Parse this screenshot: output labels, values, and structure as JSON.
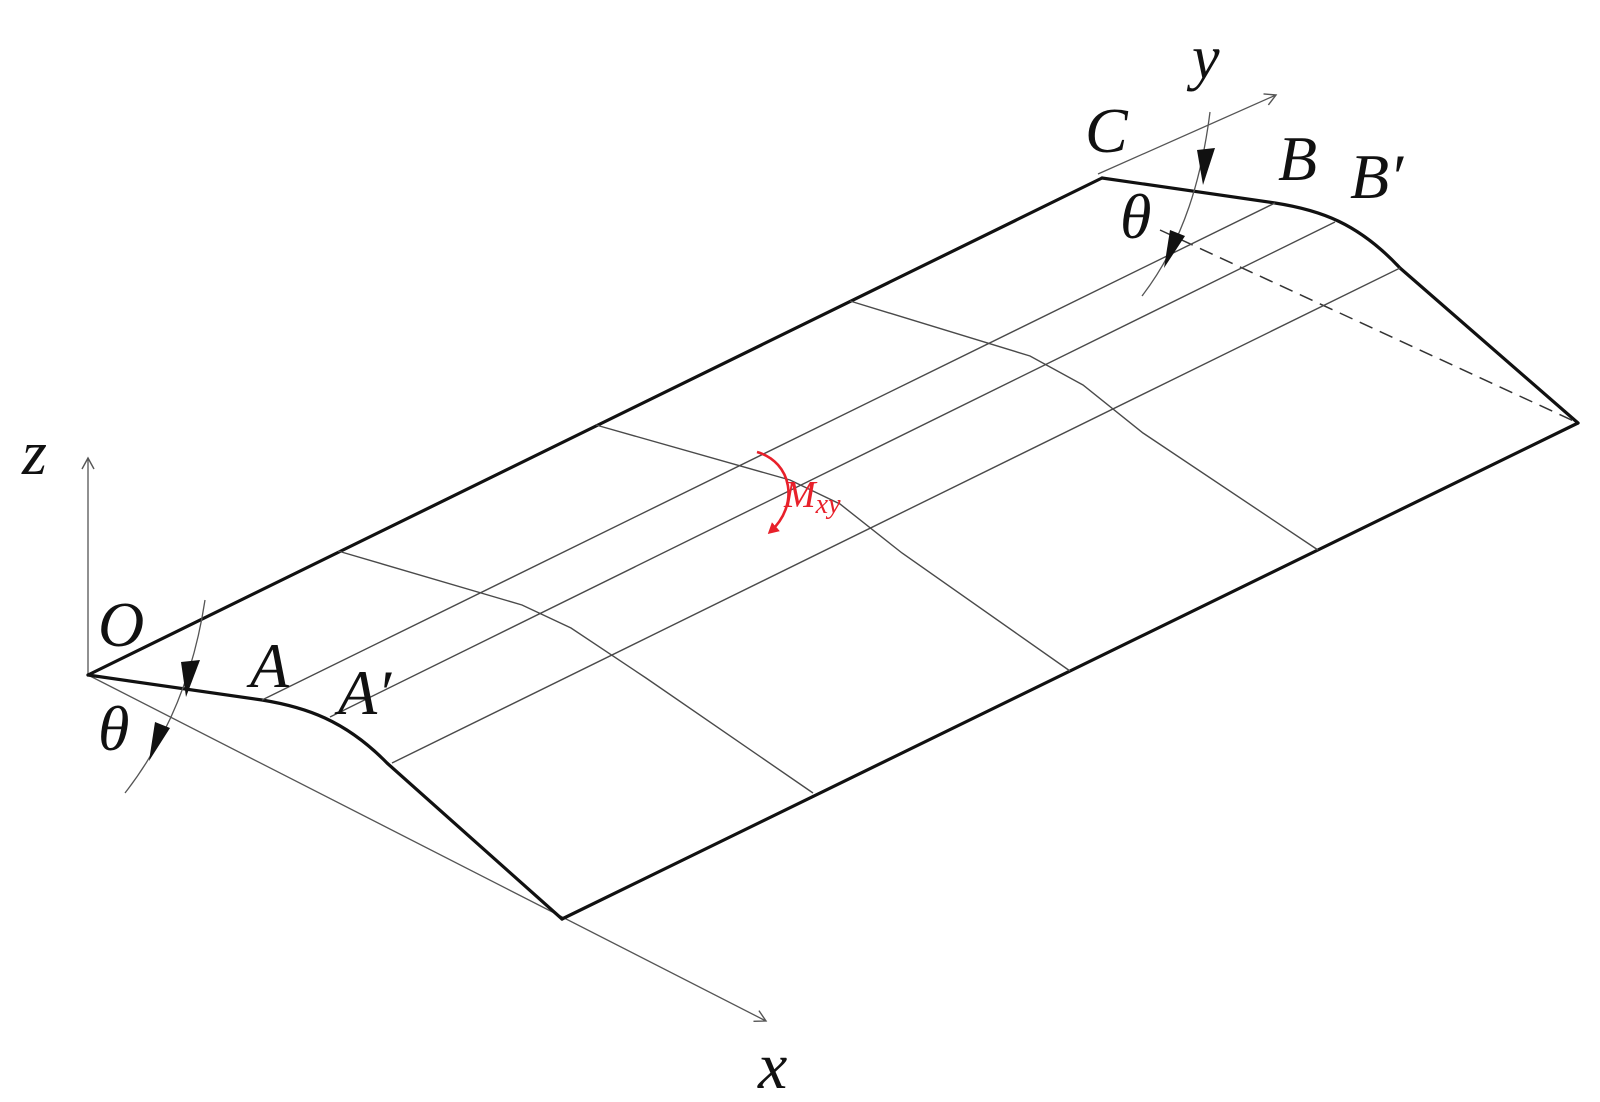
{
  "labels": {
    "z_axis": "z",
    "x_axis": "x",
    "y_axis": "y",
    "origin": "O",
    "point_a": "A",
    "point_a_prime": "A′",
    "point_b": "B",
    "point_b_prime": "B′",
    "point_c": "C",
    "theta_left": "θ",
    "theta_right": "θ",
    "moment_main": "M",
    "moment_sub": "xy"
  },
  "colors": {
    "ink": "#111111",
    "grid": "#4a4a4a",
    "moment": "#e8202a"
  }
}
